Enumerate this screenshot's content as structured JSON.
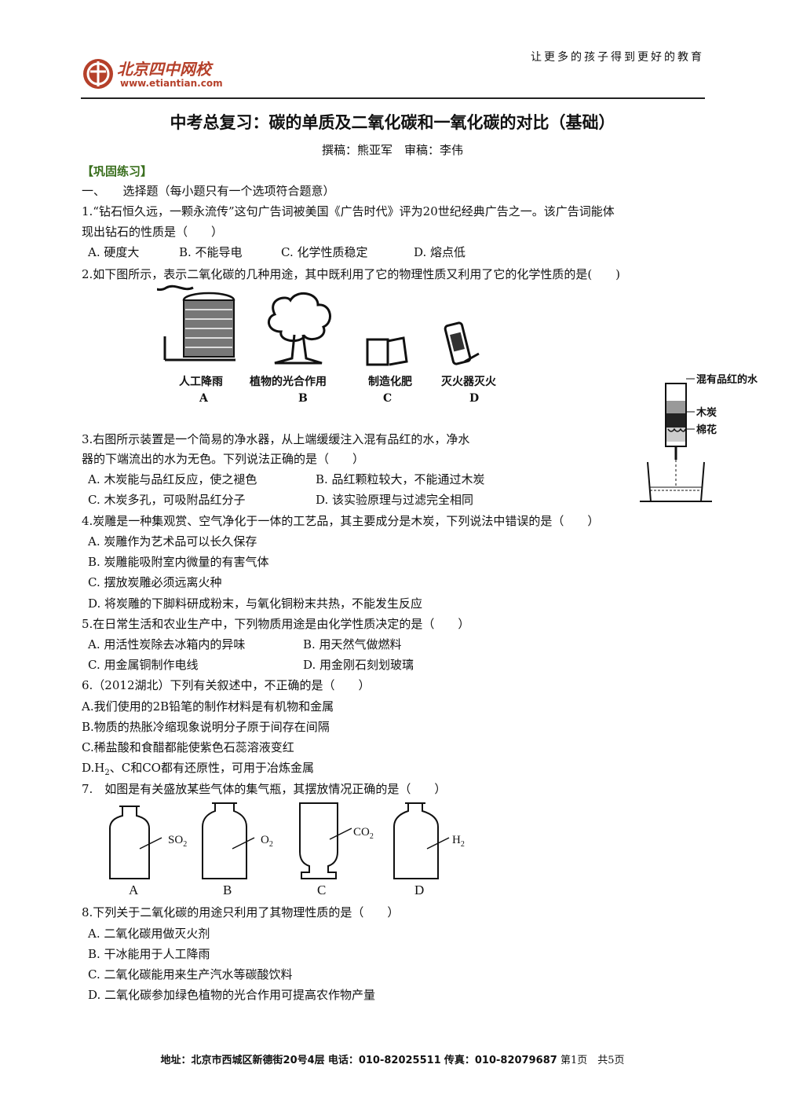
{
  "header": {
    "logo_text": "北京四中网校",
    "logo_url": "www.etiantian.com",
    "slogan": "让更多的孩子得到更好的教育"
  },
  "title": "中考总复习：碳的单质及二氧化碳和一氧化碳的对比（基础）",
  "authors": "撰稿：熊亚军　审稿：李伟",
  "section": "【巩固练习】",
  "part1": "一、　　选择题（每小题只有一个选项符合题意）",
  "q1": {
    "line1": "1.“钻石恒久远，一颗永流传”这句广告词被美国《广告时代》评为20世纪经典广告之一。该广告词能体",
    "line2": "现出钻石的性质是（　　）",
    "a": "A. 硬度大",
    "b": "B. 不能导电",
    "c": "C. 化学性质稳定",
    "d": "D. 熔点低"
  },
  "q2": {
    "line1": "2.如下图所示，表示二氧化碳的几种用途，其中既利用了它的物理性质又利用了它的化学性质的是(　　)",
    "captions": [
      "人工降雨",
      "植物的光合作用",
      "制造化肥",
      "灭火器灭火"
    ],
    "letters": [
      "A",
      "B",
      "C",
      "D"
    ]
  },
  "q3": {
    "line1": "3.右图所示装置是一个简易的净水器，从上端缓缓注入混有品红的水，净水",
    "line2": "器的下端流出的水为无色。下列说法正确的是（　　）",
    "a": "A. 木炭能与品红反应，使之褪色",
    "b": "B. 品红颗粒较大，不能通过木炭",
    "c": "C. 木炭多孔，可吸附品红分子",
    "d": "D. 该实验原理与过滤完全相同",
    "fig_labels": [
      "混有品红的水",
      "木炭",
      "棉花"
    ]
  },
  "q4": {
    "line1": "4.炭雕是一种集观赏、空气净化于一体的工艺品，其主要成分是木炭，下列说法中错误的是（　　）",
    "a": "A. 炭雕作为艺术品可以长久保存",
    "b": "B. 炭雕能吸附室内微量的有害气体",
    "c": "C. 摆放炭雕必须远离火种",
    "d": "D. 将炭雕的下脚料研成粉末，与氧化铜粉末共热，不能发生反应"
  },
  "q5": {
    "line1": "5.在日常生活和农业生产中，下列物质用途是由化学性质决定的是（　　）",
    "a": "A. 用活性炭除去冰箱内的异味",
    "b": "B. 用天然气做燃料",
    "c": "C. 用金属铜制作电线",
    "d": "D. 用金刚石刻划玻璃"
  },
  "q6": {
    "line1": "6.（2012湖北）下列有关叙述中，不正确的是（　　）",
    "a": "A.我们使用的2B铅笔的制作材料是有机物和金属",
    "b": "B.物质的热胀冷缩现象说明分子原于间存在间隔",
    "c": "C.稀盐酸和食醋都能使紫色石蕊溶液变红",
    "d_pre": "D.H",
    "d_sub": "2",
    "d_post": "、C和CO都有还原性，可用于冶炼金属"
  },
  "q7": {
    "line1": "7.　如图是有关盛放某些气体的集气瓶，其摆放情况正确的是（　　）",
    "gases": [
      {
        "main": "SO",
        "sub": "2"
      },
      {
        "main": "O",
        "sub": "2"
      },
      {
        "main": "CO",
        "sub": "2"
      },
      {
        "main": "H",
        "sub": "2"
      }
    ],
    "letters": [
      "A",
      "B",
      "C",
      "D"
    ]
  },
  "q8": {
    "line1": "8.下列关于二氧化碳的用途只利用了其物理性质的是（　　）",
    "a": "A. 二氧化碳用做灭火剂",
    "b": "B. 干冰能用于人工降雨",
    "c": "C. 二氧化碳能用来生产汽水等碳酸饮料",
    "d": "D. 二氧化碳参加绿色植物的光合作用可提高农作物产量"
  },
  "footer": {
    "address_label": "地址：",
    "address": "北京市西城区新德街20号4层",
    "phone_label": "电话：",
    "phone": "010-82025511",
    "fax_label": "传真：",
    "fax": "010-82079687",
    "page": "第1页　共5页"
  }
}
